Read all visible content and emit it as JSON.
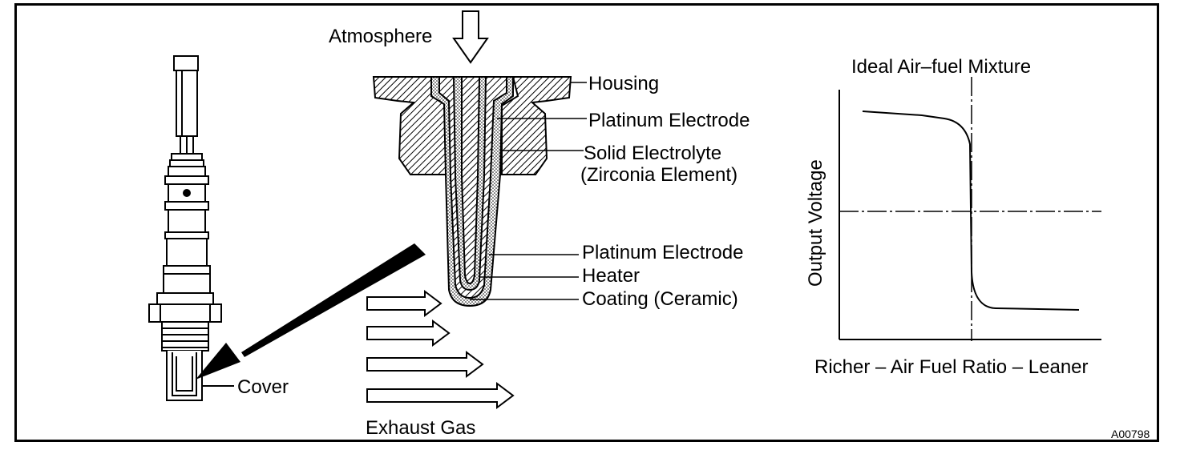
{
  "labels": {
    "atmosphere": "Atmosphere",
    "housing": "Housing",
    "platinum_electrode_top": "Platinum Electrode",
    "solid_electrolyte": "Solid Electrolyte",
    "zirconia_element": "(Zirconia Element)",
    "platinum_electrode_bottom": "Platinum Electrode",
    "heater": "Heater",
    "coating": "Coating (Ceramic)",
    "cover": "Cover",
    "exhaust_gas": "Exhaust Gas",
    "figure_code": "A00798"
  },
  "chart": {
    "title": "Ideal Air–fuel Mixture",
    "ylabel": "Output Voltage",
    "xlabel": "Richer – Air Fuel Ratio – Leaner"
  }
}
